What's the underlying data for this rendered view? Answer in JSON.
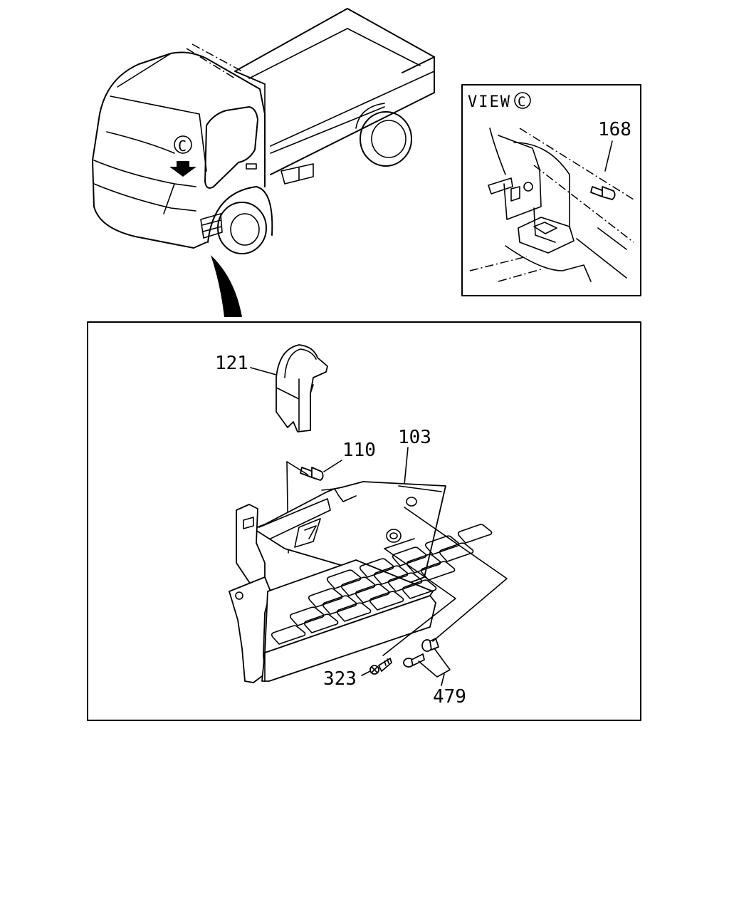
{
  "view_callout": {
    "title": "VIEW",
    "marker": "C"
  },
  "truck_marker": "C",
  "parts": {
    "p121": "121",
    "p110": "110",
    "p103": "103",
    "p168": "168",
    "p323": "323",
    "p479": "479"
  },
  "icons": [
    "arrow-down-icon",
    "circle-letter-c-icon"
  ]
}
